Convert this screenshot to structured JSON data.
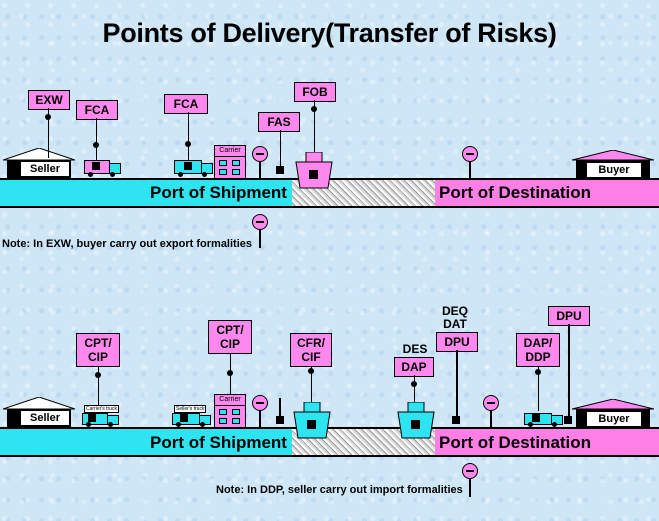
{
  "title": "Points of Delivery(Transfer of Risks)",
  "colors": {
    "band": "#2ee4f0",
    "destination": "#ff7fe6",
    "term": "#ff88ee",
    "background": "#cfe6f6"
  },
  "top": {
    "seller": "Seller",
    "buyer": "Buyer",
    "port_of_shipment": "Port of Shipment",
    "port_of_destination": "Port of Destination",
    "terms": {
      "exw": "EXW",
      "fca1": "FCA",
      "fca2": "FCA",
      "fas": "FAS",
      "fob": "FOB"
    },
    "carrier": "Carrier",
    "note": "Note: In EXW, buyer carry out export formalities"
  },
  "bottom": {
    "seller": "Seller",
    "buyer": "Buyer",
    "port_of_shipment": "Port of Shipment",
    "port_of_destination": "Port of Destination",
    "terms": {
      "cpt_cip1_a": "CPT/",
      "cpt_cip1_b": "CIP",
      "cpt_cip2_a": "CPT/",
      "cpt_cip2_b": "CIP",
      "cfr_cif_a": "CFR/",
      "cfr_cif_b": "CIF",
      "des": "DES",
      "dap": "DAP",
      "deq": "DEQ",
      "dat": "DAT",
      "dpu1": "DPU",
      "dap_ddp_a": "DAP/",
      "dap_ddp_b": "DDP",
      "dpu2": "DPU"
    },
    "carrier": "Carrier",
    "carriers_truck": "Carrier's truck",
    "sellers_truck": "Seller's truck",
    "note": "Note: In DDP, seller carry out import formalities"
  }
}
